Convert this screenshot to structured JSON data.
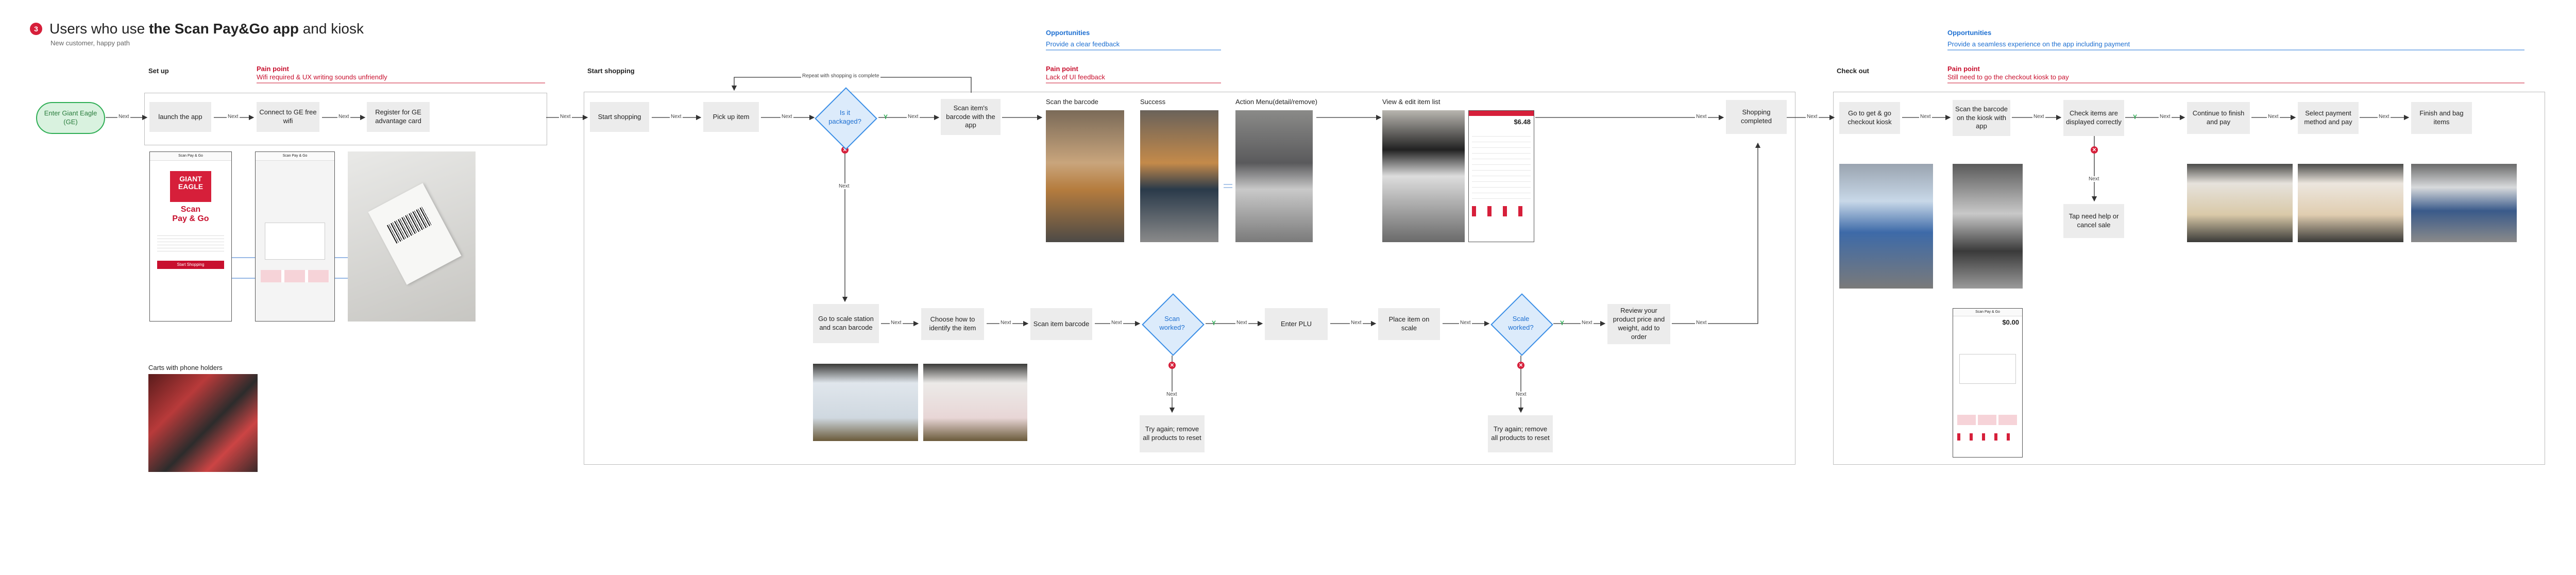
{
  "header": {
    "step_number": "3",
    "title_prefix": "Users who use ",
    "title_bold": "the Scan Pay&Go app",
    "title_suffix": " and kiosk",
    "subtitle": "New customer, happy path"
  },
  "sections": {
    "setup": "Set up",
    "start_shopping": "Start shopping",
    "check_out": "Check out"
  },
  "annotations": {
    "setup_pain_heading": "Pain point",
    "setup_pain_text": "Wifi required & UX writing sounds unfriendly",
    "shop_opp_heading": "Opportunities",
    "shop_opp_text": "Provide a clear feedback",
    "shop_pain_heading": "Pain point",
    "shop_pain_text": "Lack of UI feedback",
    "check_opp_heading": "Opportunities",
    "check_opp_text": "Provide a seamless experience on the app including payment",
    "check_pain_heading": "Pain point",
    "check_pain_text": "Still need to go the checkout kiosk to pay"
  },
  "flow": {
    "start": "Enter Giant Eagle (GE)",
    "launch": "launch the app",
    "connect_wifi": "Connect to GE free wifi",
    "register": "Register for GE advantage card",
    "start_shopping": "Start shopping",
    "pick_up": "Pick up item",
    "is_packaged": "Is it packaged?",
    "scan_items_app": "Scan item's barcode with the app",
    "repeat_label": "Repeat with shopping is complete",
    "scan_barcode_label": "Scan the barcode",
    "success_label": "Success",
    "action_menu_label": "Action Menu(detail/remove)",
    "view_edit_label": "View & edit item list",
    "shopping_completed": "Shopping completed",
    "go_scale": "Go to scale station and scan barcode",
    "choose_identify": "Choose how to identify the item",
    "scan_item_barcode": "Scan item barcode",
    "scan_worked": "Scan worked?",
    "enter_plu": "Enter PLU",
    "place_on_scale": "Place item on scale",
    "scale_worked": "Scale worked?",
    "review_price": "Review your product price and weight, add to order",
    "try_again_1": "Try again; remove all products to reset",
    "try_again_2": "Try again; remove all products to reset",
    "go_checkout": "Go to get & go checkout kiosk",
    "scan_kiosk": "Scan the barcode on the kiosk with app",
    "check_items": "Check items are displayed correctly",
    "tap_help": "Tap need help or cancel sale",
    "continue_finish": "Continue to finish and pay",
    "select_payment": "Select payment method and pay",
    "finish_bag": "Finish and bag items",
    "carts_label": "Carts with phone holders"
  },
  "connectors": {
    "next": "Next",
    "yes": "Y",
    "no": "N"
  },
  "phone_screens": {
    "app_name": "Scan Pay & Go",
    "brand_top": "GIANT",
    "brand_bottom": "EAGLE",
    "app_title_1": "Scan",
    "app_title_2": "Pay & Go",
    "start_button": "Start Shopping",
    "wifi_title": "Scan Pay & Go",
    "list_price": "$6.48",
    "total_price": "$0.00"
  },
  "colors": {
    "pain": "#c8102e",
    "opportunity": "#1d6fd1",
    "decision": "#3a8ee6",
    "start": "#2fae55",
    "box": "#ececec"
  }
}
